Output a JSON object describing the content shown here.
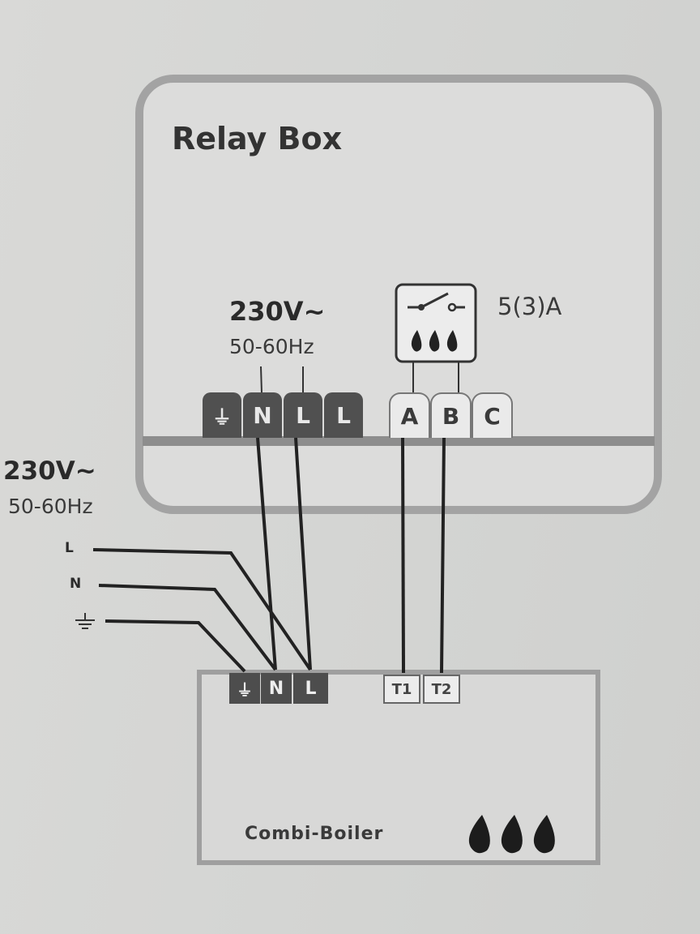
{
  "relay_box": {
    "title": "Relay Box",
    "supply_voltage": "230V~",
    "supply_frequency": "50-60Hz",
    "relay_rating": "5(3)A",
    "relay_icon": "switch-heating-icon",
    "power_terminals": [
      "ground",
      "N",
      "L",
      "L"
    ],
    "relay_terminals": [
      "A",
      "B",
      "C"
    ]
  },
  "mains": {
    "voltage": "230V~",
    "frequency": "50-60Hz",
    "lines": [
      "L",
      "N",
      "ground"
    ]
  },
  "boiler": {
    "label": "Combi-Boiler",
    "power_terminals": [
      "ground",
      "N",
      "L"
    ],
    "control_terminals": [
      "T1",
      "T2"
    ],
    "icon": "flames-icon"
  },
  "colors": {
    "outline": "#a3a3a3",
    "terminal_dark": "#505050",
    "wire": "#222222"
  }
}
